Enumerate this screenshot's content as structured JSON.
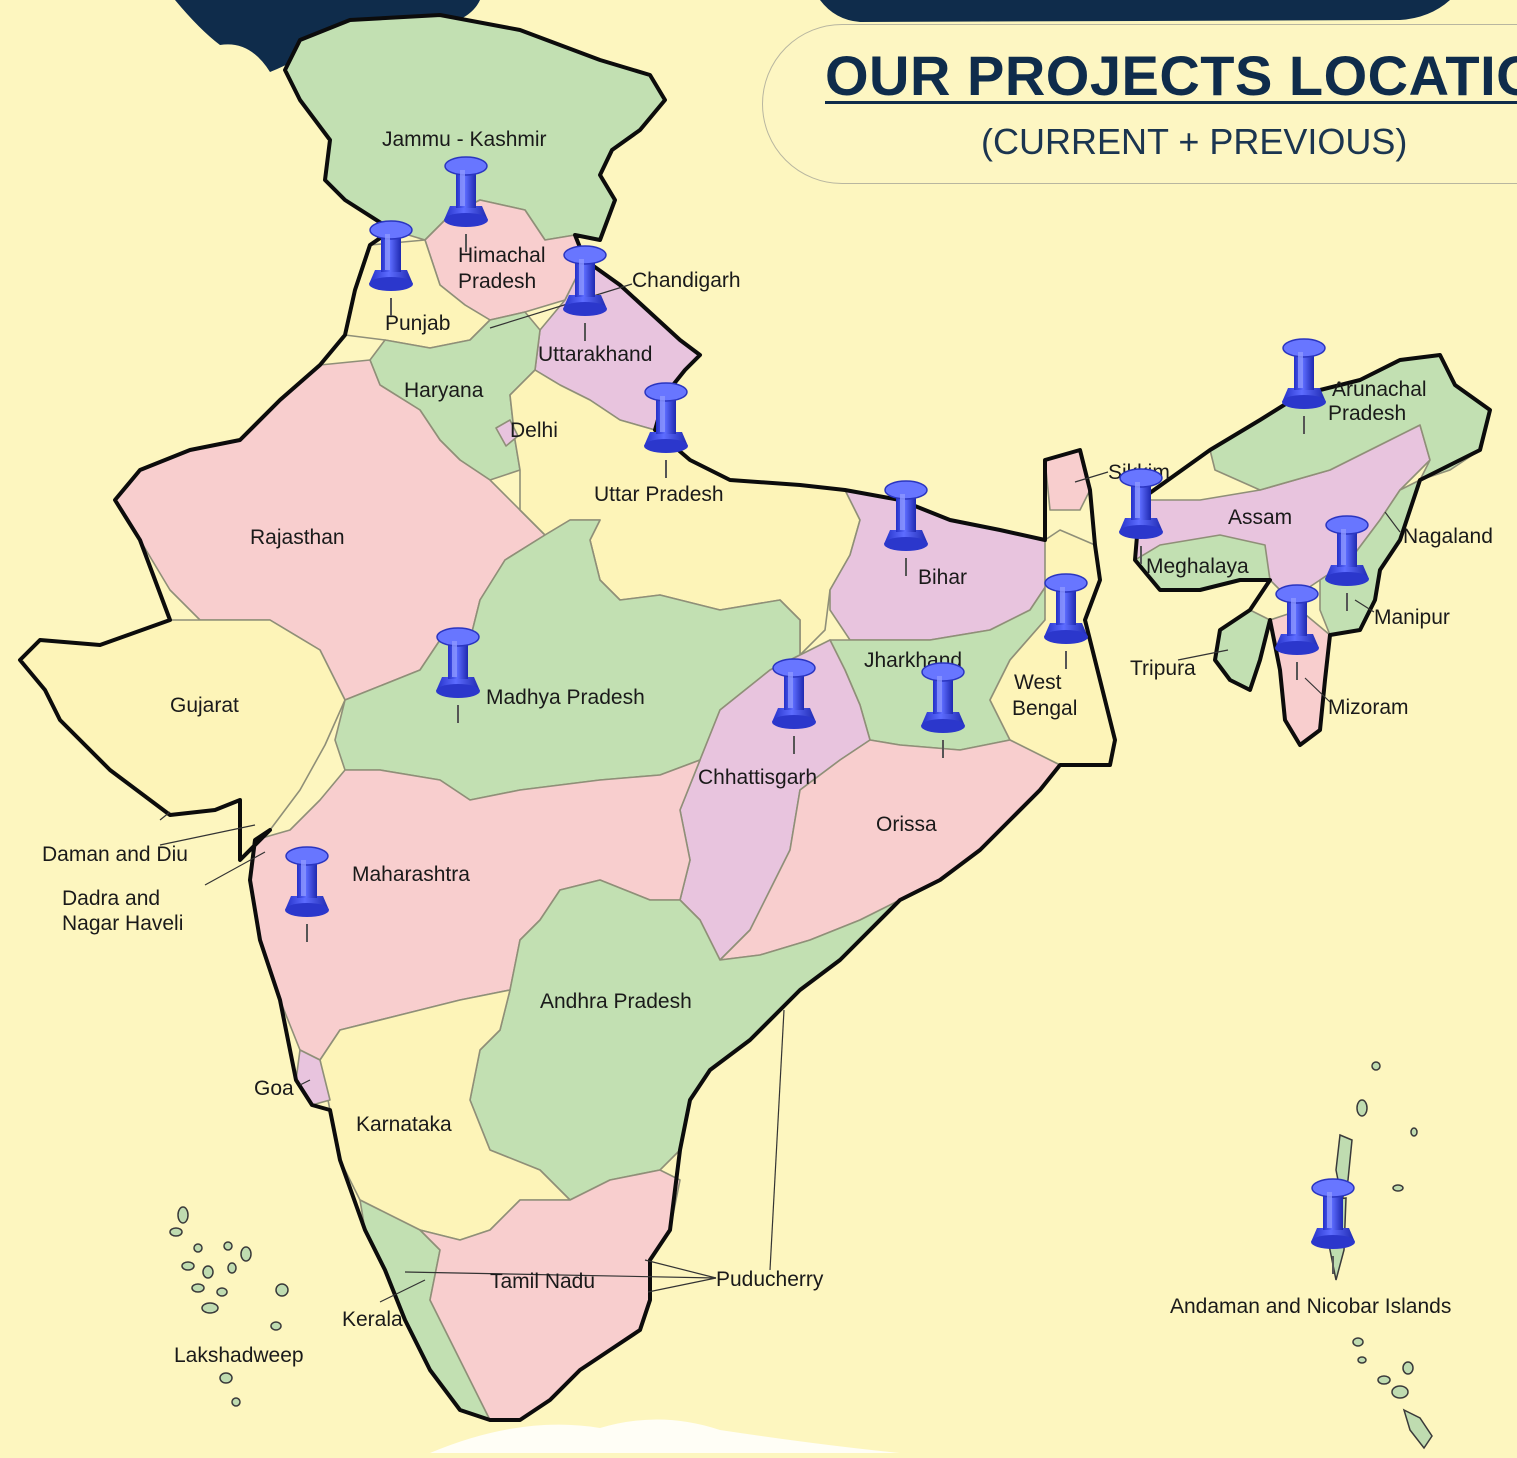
{
  "header": {
    "title": "OUR PROJECTS LOCATIO",
    "subtitle": "(CURRENT + PREVIOUS)"
  },
  "colors": {
    "background": "#fdf6bf",
    "green": "#c2e0b2",
    "pink": "#f8cece",
    "mauve": "#e8c4de",
    "yellow": "#fdf4b8",
    "title": "#0f2c4b",
    "pin": "#3f50e6"
  },
  "map": {
    "labels": {
      "jammu_kashmir": "Jammu - Kashmir",
      "himachal_line1": "Himachal",
      "himachal_line2": "Pradesh",
      "chandigarh": "Chandigarh",
      "punjab": "Punjab",
      "uttarakhand": "Uttarakhand",
      "haryana": "Haryana",
      "delhi": "Delhi",
      "uttar_pradesh": "Uttar Pradesh",
      "rajasthan": "Rajasthan",
      "gujarat": "Gujarat",
      "madhya_pradesh": "Madhya Pradesh",
      "bihar": "Bihar",
      "jharkhand": "Jharkhand",
      "west_bengal_line1": "West",
      "west_bengal_line2": "Bengal",
      "chhattisgarh": "Chhattisgarh",
      "orissa": "Orissa",
      "maharashtra": "Maharashtra",
      "daman_diu": "Daman and Diu",
      "dadra_line1": "Dadra and",
      "dadra_line2": "Nagar Haveli",
      "andhra_pradesh": "Andhra Pradesh",
      "goa": "Goa",
      "karnataka": "Karnataka",
      "kerala": "Kerala",
      "tamil_nadu": "Tamil Nadu",
      "puducherry": "Puducherry",
      "lakshadweep": "Lakshadweep",
      "andaman_nicobar": "Andaman and Nicobar Islands",
      "sikkim": "Sikkim",
      "assam": "Assam",
      "meghalaya": "Meghalaya",
      "arunachal_line1": "Arunachal",
      "arunachal_line2": "Pradesh",
      "nagaland": "Nagaland",
      "manipur": "Manipur",
      "tripura": "Tripura",
      "mizoram": "Mizoram"
    },
    "pins": [
      {
        "id": "jammu-kashmir",
        "icon": "pushpin-icon"
      },
      {
        "id": "punjab",
        "icon": "pushpin-icon"
      },
      {
        "id": "himachal-uttarakhand",
        "icon": "pushpin-icon"
      },
      {
        "id": "uttar-pradesh",
        "icon": "pushpin-icon"
      },
      {
        "id": "madhya-pradesh",
        "icon": "pushpin-icon"
      },
      {
        "id": "maharashtra",
        "icon": "pushpin-icon"
      },
      {
        "id": "chhattisgarh",
        "icon": "pushpin-icon"
      },
      {
        "id": "jharkhand",
        "icon": "pushpin-icon"
      },
      {
        "id": "bihar",
        "icon": "pushpin-icon"
      },
      {
        "id": "west-bengal",
        "icon": "pushpin-icon"
      },
      {
        "id": "meghalaya",
        "icon": "pushpin-icon"
      },
      {
        "id": "arunachal-pradesh",
        "icon": "pushpin-icon"
      },
      {
        "id": "manipur",
        "icon": "pushpin-icon"
      },
      {
        "id": "mizoram",
        "icon": "pushpin-icon"
      },
      {
        "id": "andaman-nicobar",
        "icon": "pushpin-icon"
      }
    ]
  }
}
